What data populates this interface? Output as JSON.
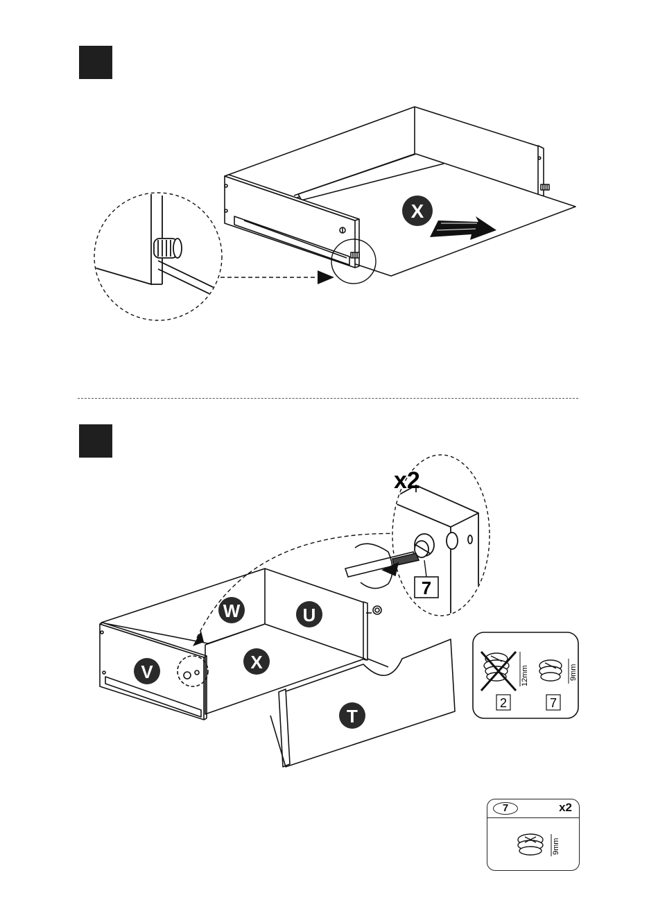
{
  "steps": [
    {
      "panel_labels": [
        "X"
      ]
    },
    {
      "panel_labels": [
        "W",
        "U",
        "V",
        "X",
        "T"
      ],
      "multiplier": "x2",
      "part_callout": "7"
    }
  ],
  "comparison": {
    "wrong": {
      "part": "2",
      "size": "12mm"
    },
    "right": {
      "part": "7",
      "size": "9mm"
    }
  },
  "hardware": {
    "part": "7",
    "quantity": "x2",
    "size": "9mm"
  },
  "colors": {
    "ink": "#111111",
    "step_box": "#1f1f1f",
    "label_fill": "#2a2a2a",
    "paper": "#ffffff"
  }
}
